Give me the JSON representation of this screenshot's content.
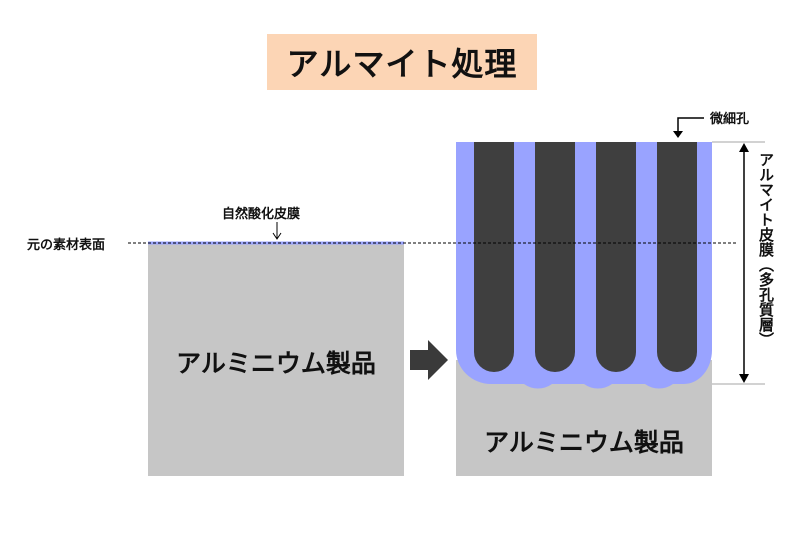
{
  "title": "アルマイト処理",
  "labels": {
    "original_surface": "元の素材表面",
    "natural_oxide": "自然酸化皮膜",
    "micropore": "微細孔",
    "anodized_film": "アルマイト皮膜（多孔質層）",
    "product_before": "アルミニウム製品",
    "product_after": "アルミニウム製品"
  },
  "colors": {
    "aluminum": "#c6c6c6",
    "oxide_film": "#99a3ff",
    "pore": "#3f3f3f",
    "title_bg": "#fcd5b5",
    "arrow": "#3a3a3a"
  },
  "pore_count": 4
}
